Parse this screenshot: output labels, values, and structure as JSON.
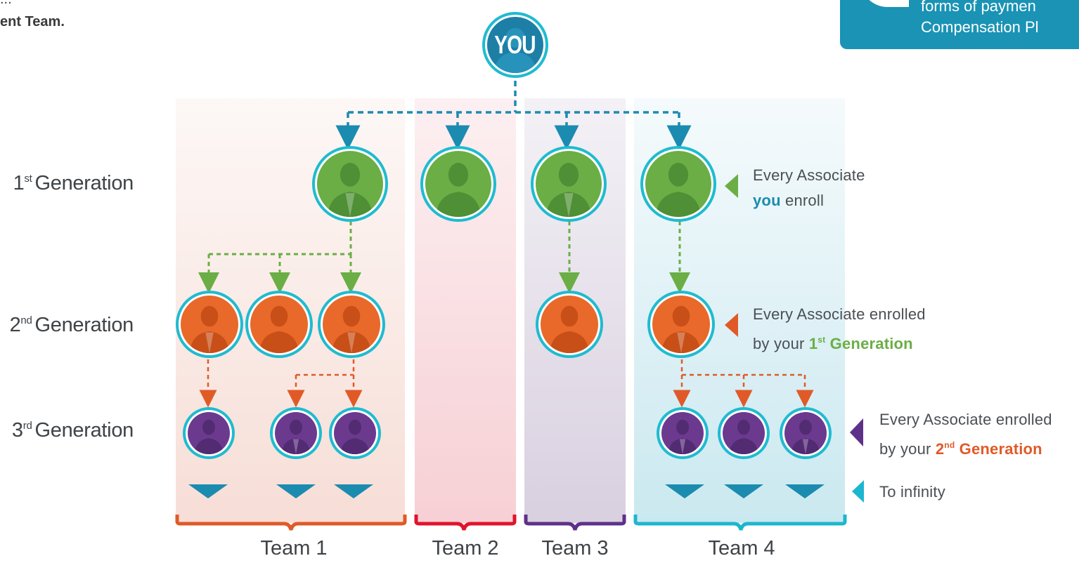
{
  "header": {
    "left_line_1": "...",
    "left_line_2": "ent Team.",
    "right_line_1": "forms of paymen",
    "right_line_2": "Compensation Pl"
  },
  "root": {
    "label": "YOU"
  },
  "generations": [
    {
      "ordinal": "1",
      "suffix": "st",
      "word": "Generation"
    },
    {
      "ordinal": "2",
      "suffix": "nd",
      "word": "Generation"
    },
    {
      "ordinal": "3",
      "suffix": "rd",
      "word": "Generation"
    }
  ],
  "teams": [
    {
      "label": "Team 1"
    },
    {
      "label": "Team 2"
    },
    {
      "label": "Team 3"
    },
    {
      "label": "Team 4"
    }
  ],
  "notes": {
    "gen1_line1": "Every Associate",
    "gen1_emph": "you",
    "gen1_rest": " enroll",
    "gen2_line1": "Every Associate enrolled",
    "gen2_pre": "by your ",
    "gen2_emph_num": "1",
    "gen2_emph_sup": "st",
    "gen2_emph_word": " Generation",
    "gen3_line1": "Every Associate enrolled",
    "gen3_pre": "by your ",
    "gen3_emph_num": "2",
    "gen3_emph_sup": "nd",
    "gen3_emph_word": " Generation",
    "infinity": "To infinity"
  },
  "colors": {
    "gen1": "#6aae45",
    "gen2": "#e8692a",
    "gen3": "#6b3a8e",
    "connector_root": "#1b8bb0",
    "ring": "#1fbbd0",
    "team1": "#e05a28",
    "team2": "#e0142c",
    "team3": "#5d3189",
    "team4": "#1cb7cf",
    "infinity": "#1b8bb0"
  }
}
